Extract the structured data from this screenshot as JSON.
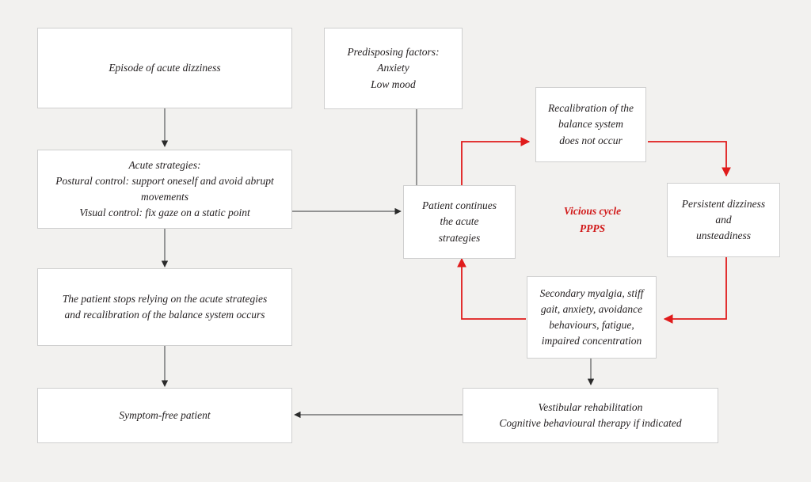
{
  "diagram": {
    "title": "Flowchart of acute dizziness recovery versus persistent postural-perceptual dizziness (PPPD) vicious cycle",
    "background_color": "#f2f1ef",
    "box_fill": "#ffffff",
    "box_border_color": "#cfcfcf",
    "normal_edge_color": "#58595b",
    "cycle_edge_color": "#e01b1b",
    "cycle_text_color": "#d11a1a",
    "text_color": "#231f20"
  },
  "nodes": [
    {
      "id": "episode",
      "lines": [
        "Episode of acute dizziness"
      ]
    },
    {
      "id": "predisposing",
      "lines": [
        "Predisposing factors:",
        "Anxiety",
        "Low mood"
      ]
    },
    {
      "id": "acute-strategies",
      "lines": [
        "Acute strategies:",
        "Postural control: support oneself and avoid abrupt movements",
        "Visual control: fix gaze on a static point"
      ]
    },
    {
      "id": "stops-relying",
      "lines": [
        "The patient stops relying on the acute strategies and recalibration of the balance system occurs"
      ]
    },
    {
      "id": "symptom-free",
      "lines": [
        "Symptom-free patient"
      ]
    },
    {
      "id": "patient-continues",
      "lines": [
        "Patient continues",
        "the acute",
        "strategies"
      ]
    },
    {
      "id": "recalibration-fails",
      "lines": [
        "Recalibration of the",
        "balance system",
        "does not occur"
      ]
    },
    {
      "id": "persistent-dizziness",
      "lines": [
        "Persistent dizziness",
        "and",
        "unsteadiness"
      ]
    },
    {
      "id": "secondary-myalgia",
      "lines": [
        "Secondary myalgia, stiff gait, anxiety, avoidance behaviours, fatigue, impaired concentration"
      ]
    },
    {
      "id": "rehabilitation",
      "lines": [
        "Vestibular rehabilitation",
        "Cognitive behavioural therapy if indicated"
      ]
    }
  ],
  "cycle_label": {
    "lines": [
      "Vicious cycle",
      "PPPS"
    ]
  }
}
